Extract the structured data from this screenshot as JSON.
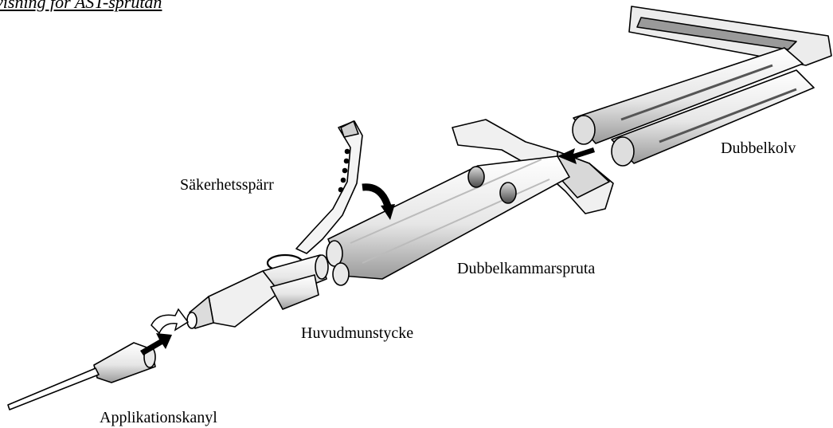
{
  "title": "visning för AST-sprutan",
  "labels": {
    "plunger": "Dubbelkolv",
    "safety_clip": "Säkerhetsspärr",
    "double_syringe": "Dubbelkammarspruta",
    "main_nozzle": "Huvudmunstycke",
    "cannula": "Applikationskanyl"
  },
  "colors": {
    "line": "#000000",
    "fill_light": "#f2f2f2",
    "fill_mid": "#cfcfcf",
    "fill_dark": "#6a6a6a",
    "arrow": "#000000"
  }
}
